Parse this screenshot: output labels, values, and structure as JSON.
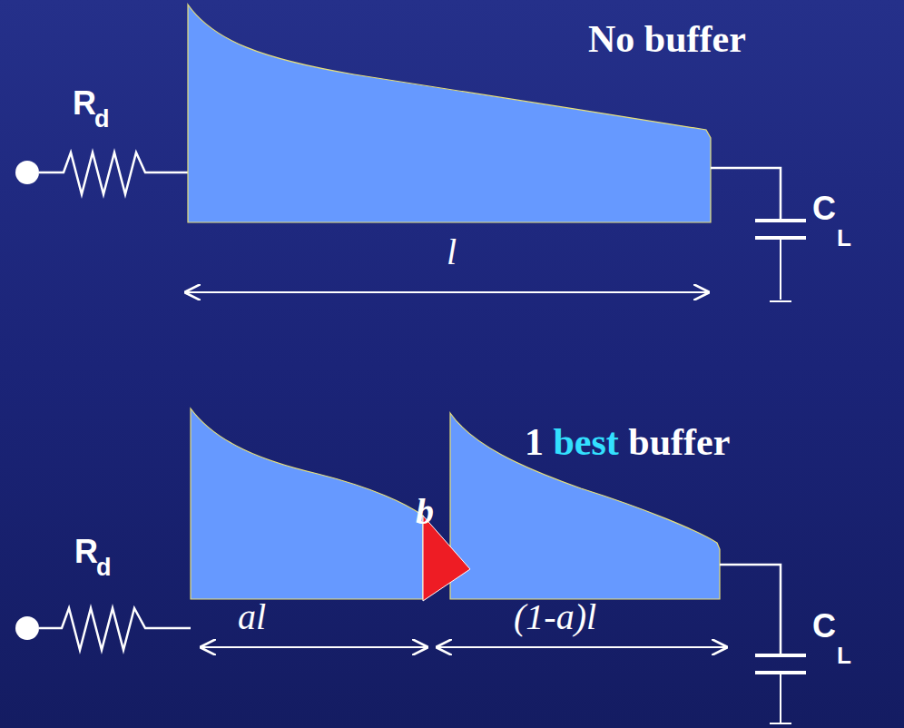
{
  "diagram": {
    "labels": [
      "R",
      "d",
      "No buffer",
      "C",
      "L",
      "l",
      "R",
      "d",
      "1",
      "best",
      "buffer",
      "b",
      "C",
      "L",
      "al",
      "(1-a)l"
    ]
  }
}
